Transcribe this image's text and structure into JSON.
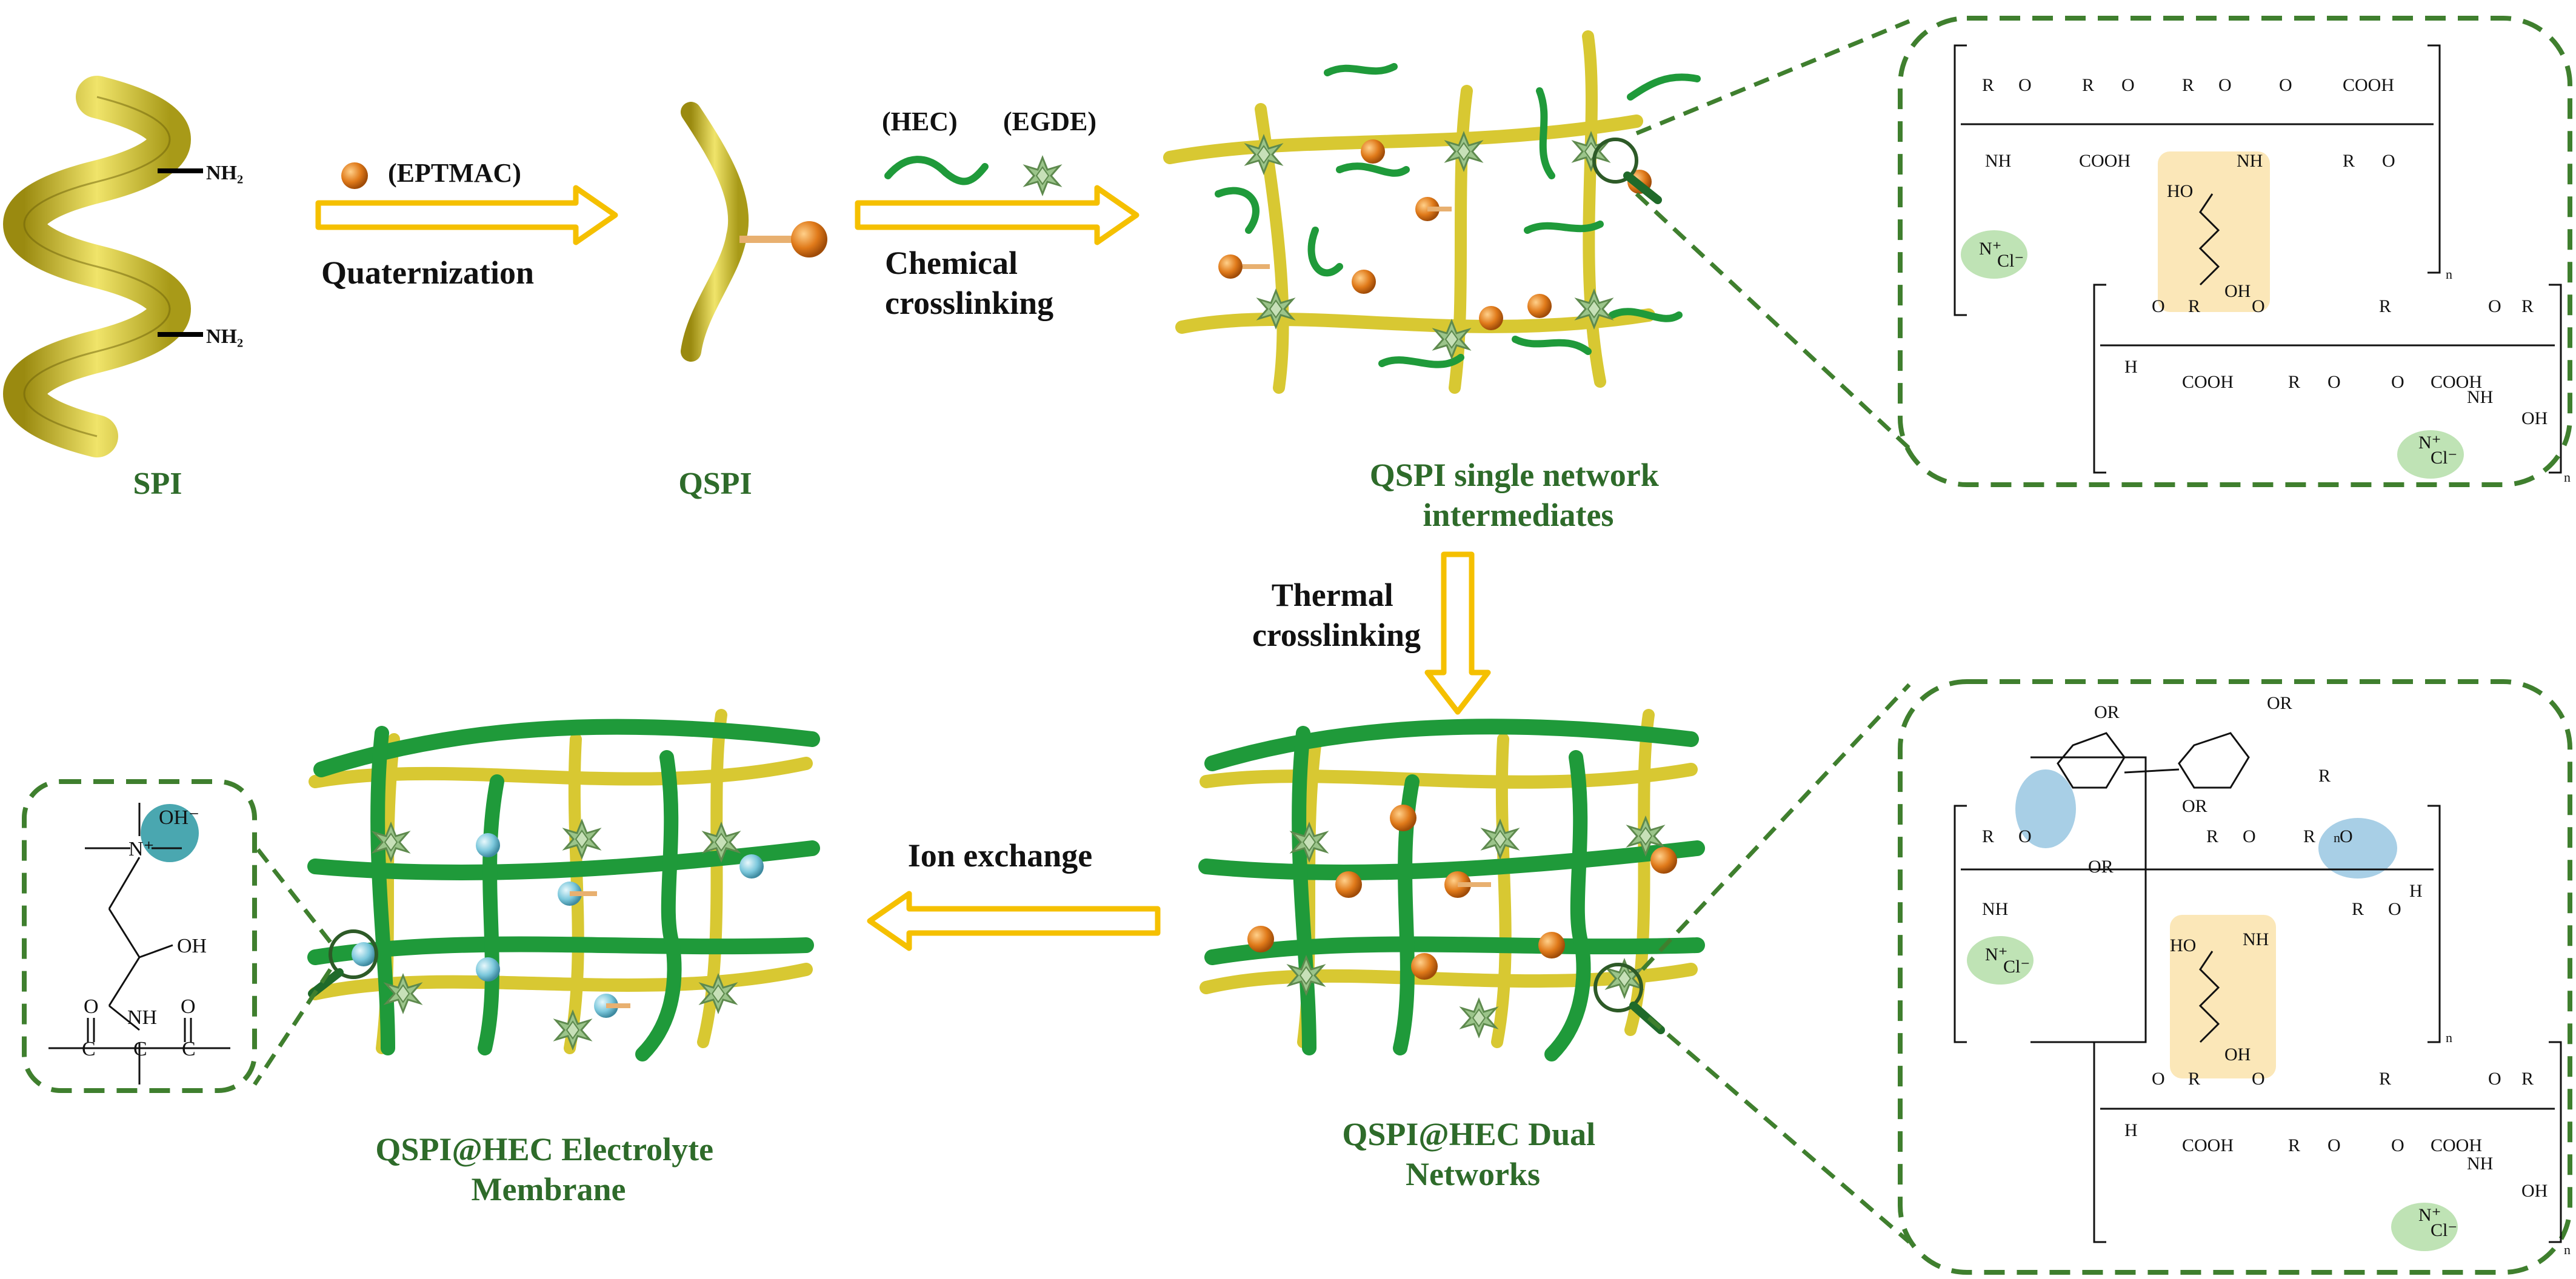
{
  "labels": {
    "spi": "SPI",
    "nh2_top": "NH₂",
    "nh2_bottom": "NH₂",
    "eptmac": "(EPTMAC)",
    "quaternization": "Quaternization",
    "qspi": "QSPI",
    "hec": "(HEC)",
    "egde": "(EGDE)",
    "chemical_crosslinking": "Chemical\ncrosslinking",
    "single_network": "QSPI single network\nintermediates",
    "thermal_crosslinking": "Thermal\ncrosslinking",
    "dual_networks": "QSPI@HEC Dual\nNetworks",
    "ion_exchange": "Ion exchange",
    "electrolyte_membrane": "QSPI@HEC Electrolyte\nMembrane"
  },
  "chem": {
    "oh_minus": "OH⁻",
    "cl_minus": "Cl⁻",
    "n_plus": "N⁺",
    "oh": "OH",
    "nh": "NH",
    "cooh": "COOH",
    "r": "R",
    "o": "O",
    "h": "H",
    "ho": "HO",
    "or": "OR",
    "n_sub": "n"
  },
  "colors": {
    "label_green": "#2e6b2a",
    "arrow_gold": "#f5c000",
    "helix_yellow": "#d8c832",
    "fiber_green": "#1f9a3a",
    "ball_orange": "#e07a1a",
    "ball_cyan": "#7cc8dc",
    "box_dash": "#3f7f2e",
    "highlight_yellow": "#fbe7b8",
    "highlight_green": "#bfe3b5",
    "highlight_blue": "#a8cfe6",
    "highlight_teal": "#4aa7b0"
  }
}
